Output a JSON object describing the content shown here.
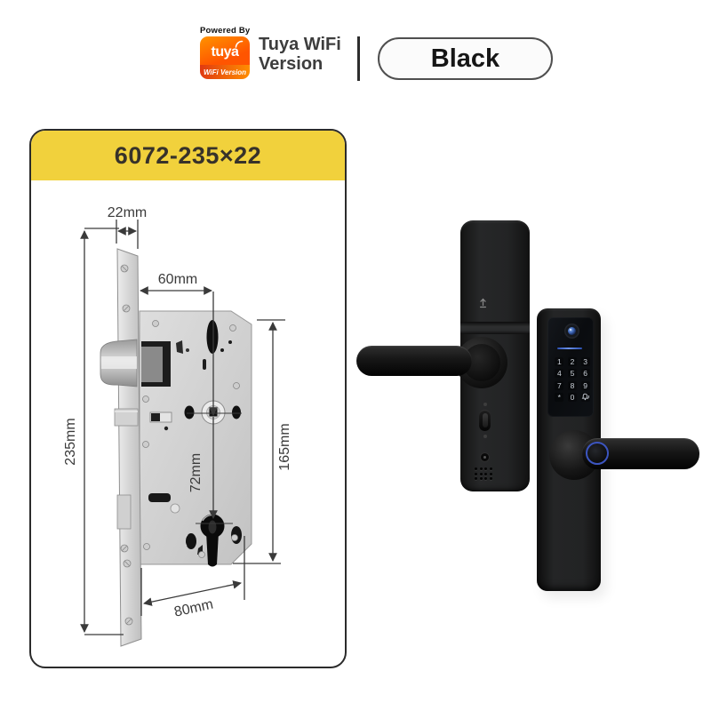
{
  "header": {
    "powered_by": "Powered By",
    "tuya_logo_text": "tuya",
    "tuya_logo_sub": "WiFi Version",
    "product_title_line1": "Tuya WiFi",
    "product_title_line2": "Version",
    "color_pill": "Black",
    "brand_orange": "#ff5c00"
  },
  "spec_panel": {
    "model": "6072-235×22",
    "header_bg": "#f1d13c",
    "dims": {
      "faceplate_width": "22mm",
      "backset": "60mm",
      "faceplate_height": "235mm",
      "body_height": "165mm",
      "spindle_to_cylinder": "72mm",
      "body_width": "80mm"
    }
  },
  "product_photo": {
    "color_name": "Black",
    "accent_blue": "#3f63c8",
    "keypad_keys": [
      "1",
      "2",
      "3",
      "4",
      "5",
      "6",
      "7",
      "8",
      "9",
      "*",
      "0"
    ],
    "icons": {
      "doorbell_key": "bell-icon",
      "battery_cover": "arrow-up-icon",
      "privacy_toggle": "thumbturn",
      "fingerprint_reader": "fingerprint-ring"
    }
  }
}
